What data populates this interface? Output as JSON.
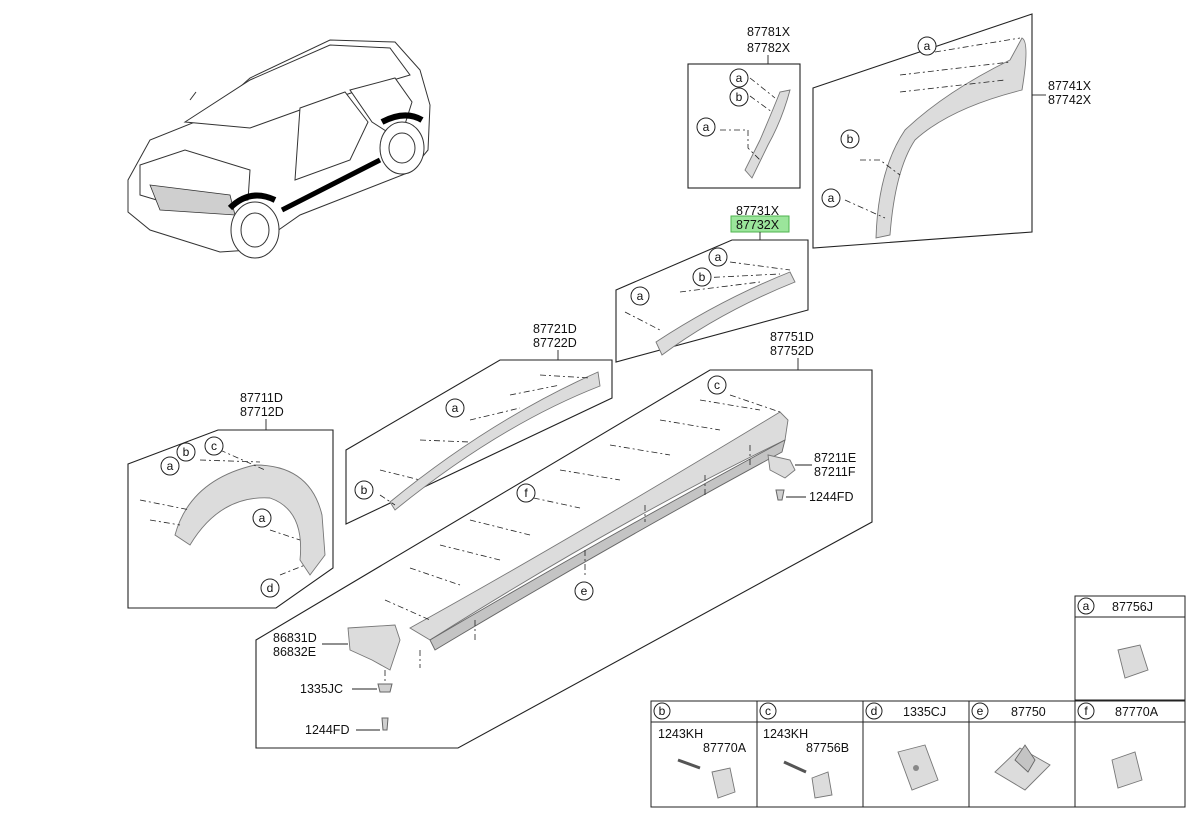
{
  "parts": {
    "p87781": [
      "87781X",
      "87782X"
    ],
    "p87741": [
      "87741X",
      "87742X"
    ],
    "p87731": [
      "87731X",
      "87732X"
    ],
    "p87721": [
      "87721D",
      "87722D"
    ],
    "p87751": [
      "87751D",
      "87752D"
    ],
    "p87711": [
      "87711D",
      "87712D"
    ],
    "p87211": [
      "87211E",
      "87211F"
    ],
    "p1244a": "1244FD",
    "p86831": [
      "86831D",
      "86832E"
    ],
    "p1335": "1335JC",
    "p1244b": "1244FD"
  },
  "callout_letters": {
    "a": "a",
    "b": "b",
    "c": "c",
    "d": "d",
    "e": "e",
    "f": "f"
  },
  "legend": {
    "a": {
      "letter": "a",
      "part": "87756J"
    },
    "b": {
      "letter": "b",
      "part1": "1243KH",
      "part2": "87770A"
    },
    "c": {
      "letter": "c",
      "part1": "1243KH",
      "part2": "87756B"
    },
    "d": {
      "letter": "d",
      "part": "1335CJ"
    },
    "e": {
      "letter": "e",
      "part": "87750"
    },
    "f": {
      "letter": "f",
      "part": "87770A"
    }
  },
  "colors": {
    "highlight": "#9be59b",
    "part_fill": "#dcdcdc",
    "line": "#222222"
  }
}
